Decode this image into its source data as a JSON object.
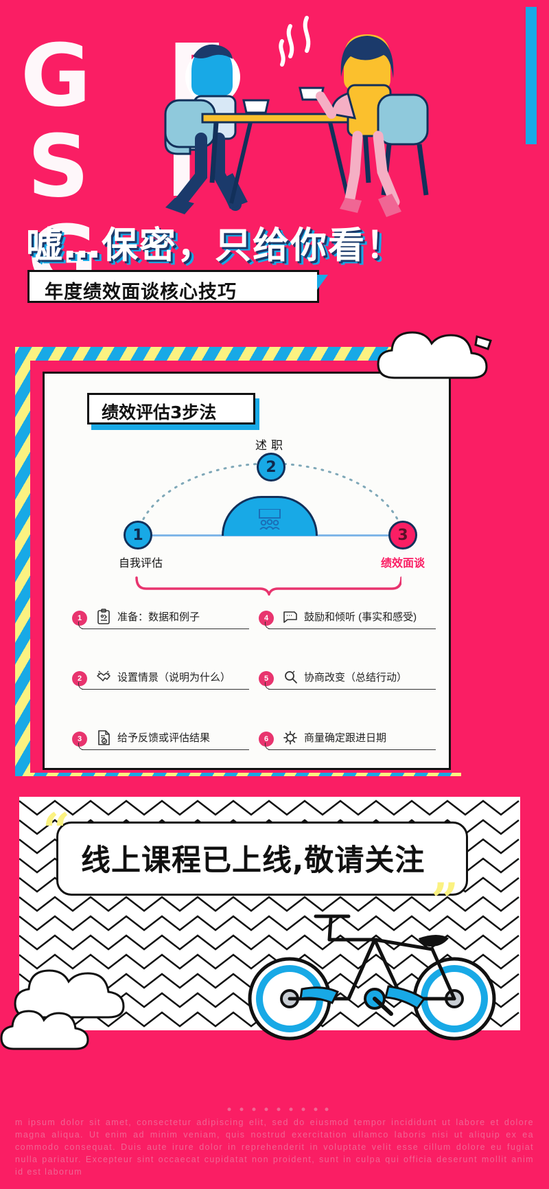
{
  "hero": {
    "ghost_line1": "G E",
    "ghost_line2": "S I G",
    "headline": "嘘…保密，只给你看！",
    "subtitle": "年度绩效面谈核心技巧"
  },
  "card": {
    "title": "绩效评估3步法",
    "diagram": {
      "top_label": "述职",
      "nodes": [
        {
          "num": "1",
          "label": "自我评估",
          "color": "#18A9E6"
        },
        {
          "num": "2",
          "label": "述职",
          "color": "#18A9E6"
        },
        {
          "num": "3",
          "label": "绩效面谈",
          "color": "#FA1E64"
        }
      ],
      "left_label": "自我评估",
      "right_label": "绩效面谈"
    },
    "items": [
      {
        "num": "1",
        "icon": "clipboard-icon",
        "text": "准备：数据和例子"
      },
      {
        "num": "2",
        "icon": "handshake-icon",
        "text": "设置情景（说明为什么）"
      },
      {
        "num": "3",
        "icon": "document-check-icon",
        "text": "给予反馈或评估结果"
      },
      {
        "num": "4",
        "icon": "speech-bubble-icon",
        "text": "鼓励和倾听 (事实和感受)"
      },
      {
        "num": "5",
        "icon": "magnifier-icon",
        "text": "协商改变（总结行动）"
      },
      {
        "num": "6",
        "icon": "gear-icon",
        "text": "商量确定跟进日期"
      }
    ]
  },
  "cta": {
    "text": "线上课程已上线,敬请关注",
    "quote_open": "“",
    "quote_close": "”"
  },
  "footer": {
    "text": "m ipsum dolor sit amet, consectetur adipiscing elit, sed do eiusmod tempor incididunt ut labore et dolore magna aliqua. Ut enim ad minim veniam, quis nostrud exercitation ullamco laboris nisi ut aliquip ex ea commodo consequat. Duis aute irure dolor in reprehenderit in voluptate velit esse cillum dolore eu fugiat nulla pariatur. Excepteur sint occaecat cupidatat non proident, sunt in culpa qui officia deserunt mollit anim id est laborum"
  },
  "colors": {
    "pink": "#FA1E64",
    "blue": "#18A9E6",
    "yellow": "#FBF281",
    "dark": "#12305A",
    "accent_pink": "#E8346E"
  }
}
